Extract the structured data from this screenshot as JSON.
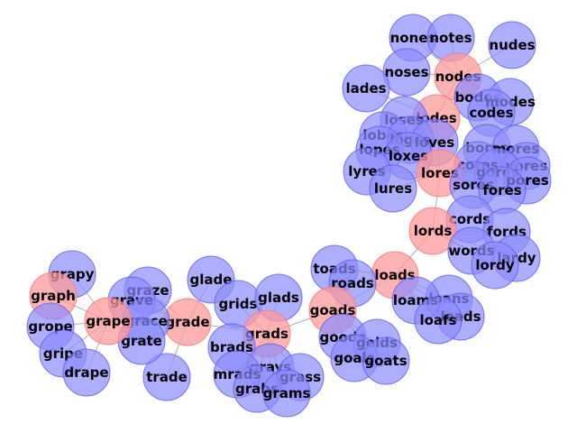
{
  "colors": {
    "path_node_fill": "#ff9999",
    "path_node_stroke": "#ff7070",
    "other_node_fill": "#8c8cff",
    "other_node_stroke": "#5a5aee",
    "edge": "#b0b0b0"
  },
  "nodes": [
    {
      "id": "nones",
      "role": "other"
    },
    {
      "id": "notes",
      "role": "other"
    },
    {
      "id": "nudes",
      "role": "other"
    },
    {
      "id": "nodes",
      "role": "path"
    },
    {
      "id": "noses",
      "role": "other"
    },
    {
      "id": "lades",
      "role": "other"
    },
    {
      "id": "bodes",
      "role": "other"
    },
    {
      "id": "modes",
      "role": "other"
    },
    {
      "id": "codes",
      "role": "other"
    },
    {
      "id": "lodes",
      "role": "path"
    },
    {
      "id": "loses",
      "role": "other"
    },
    {
      "id": "lobes",
      "role": "other"
    },
    {
      "id": "loges",
      "role": "other"
    },
    {
      "id": "loves",
      "role": "other"
    },
    {
      "id": "lopes",
      "role": "other"
    },
    {
      "id": "loxes",
      "role": "other"
    },
    {
      "id": "bores",
      "role": "other"
    },
    {
      "id": "mores",
      "role": "other"
    },
    {
      "id": "cores",
      "role": "other"
    },
    {
      "id": "yores",
      "role": "other"
    },
    {
      "id": "gores",
      "role": "other"
    },
    {
      "id": "pores",
      "role": "other"
    },
    {
      "id": "lyres",
      "role": "other"
    },
    {
      "id": "lores",
      "role": "path"
    },
    {
      "id": "sores",
      "role": "other"
    },
    {
      "id": "fores",
      "role": "other"
    },
    {
      "id": "lures",
      "role": "other"
    },
    {
      "id": "cords",
      "role": "other"
    },
    {
      "id": "lords",
      "role": "path"
    },
    {
      "id": "fords",
      "role": "other"
    },
    {
      "id": "words",
      "role": "other"
    },
    {
      "id": "lardy",
      "role": "other"
    },
    {
      "id": "lordy",
      "role": "other"
    },
    {
      "id": "toads",
      "role": "other"
    },
    {
      "id": "loads",
      "role": "path"
    },
    {
      "id": "roads",
      "role": "other"
    },
    {
      "id": "loans",
      "role": "other"
    },
    {
      "id": "loams",
      "role": "other"
    },
    {
      "id": "leads",
      "role": "other"
    },
    {
      "id": "loafs",
      "role": "other"
    },
    {
      "id": "goads",
      "role": "path"
    },
    {
      "id": "goods",
      "role": "other"
    },
    {
      "id": "golds",
      "role": "other"
    },
    {
      "id": "goals",
      "role": "other"
    },
    {
      "id": "goats",
      "role": "other"
    },
    {
      "id": "glade",
      "role": "other"
    },
    {
      "id": "grids",
      "role": "other"
    },
    {
      "id": "glads",
      "role": "other"
    },
    {
      "id": "grads",
      "role": "path"
    },
    {
      "id": "brads",
      "role": "other"
    },
    {
      "id": "grays",
      "role": "other"
    },
    {
      "id": "grass",
      "role": "other"
    },
    {
      "id": "mrads",
      "role": "other"
    },
    {
      "id": "grabs",
      "role": "other"
    },
    {
      "id": "grams",
      "role": "other"
    },
    {
      "id": "grade",
      "role": "path"
    },
    {
      "id": "trade",
      "role": "other"
    },
    {
      "id": "graze",
      "role": "other"
    },
    {
      "id": "grave",
      "role": "other"
    },
    {
      "id": "grace",
      "role": "other"
    },
    {
      "id": "grate",
      "role": "other"
    },
    {
      "id": "grape",
      "role": "path"
    },
    {
      "id": "grapy",
      "role": "other"
    },
    {
      "id": "graph",
      "role": "path"
    },
    {
      "id": "grope",
      "role": "other"
    },
    {
      "id": "gripe",
      "role": "other"
    },
    {
      "id": "drape",
      "role": "other"
    }
  ],
  "edges": [
    [
      "nodes",
      "nones"
    ],
    [
      "nodes",
      "notes"
    ],
    [
      "nodes",
      "nudes"
    ],
    [
      "nodes",
      "noses"
    ],
    [
      "nodes",
      "bodes"
    ],
    [
      "nodes",
      "modes"
    ],
    [
      "nodes",
      "codes"
    ],
    [
      "nodes",
      "lodes"
    ],
    [
      "lodes",
      "lades"
    ],
    [
      "lodes",
      "loses"
    ],
    [
      "lodes",
      "lobes"
    ],
    [
      "lodes",
      "loges"
    ],
    [
      "lodes",
      "loves"
    ],
    [
      "lodes",
      "lopes"
    ],
    [
      "lodes",
      "loxes"
    ],
    [
      "lodes",
      "lores"
    ],
    [
      "lores",
      "bores"
    ],
    [
      "lores",
      "mores"
    ],
    [
      "lores",
      "cores"
    ],
    [
      "lores",
      "yores"
    ],
    [
      "lores",
      "gores"
    ],
    [
      "lores",
      "pores"
    ],
    [
      "lores",
      "lyres"
    ],
    [
      "lores",
      "sores"
    ],
    [
      "lores",
      "fores"
    ],
    [
      "lores",
      "lures"
    ],
    [
      "lores",
      "lords"
    ],
    [
      "lords",
      "cords"
    ],
    [
      "lords",
      "fords"
    ],
    [
      "lords",
      "words"
    ],
    [
      "lords",
      "lordy"
    ],
    [
      "lords",
      "lardy"
    ],
    [
      "lords",
      "loads"
    ],
    [
      "loads",
      "toads"
    ],
    [
      "loads",
      "roads"
    ],
    [
      "loads",
      "loans"
    ],
    [
      "loads",
      "loams"
    ],
    [
      "loads",
      "leads"
    ],
    [
      "loads",
      "loafs"
    ],
    [
      "loads",
      "goads"
    ],
    [
      "goads",
      "goods"
    ],
    [
      "goads",
      "golds"
    ],
    [
      "goads",
      "goals"
    ],
    [
      "goads",
      "goats"
    ],
    [
      "goads",
      "roads"
    ],
    [
      "goads",
      "grads"
    ],
    [
      "grads",
      "glads"
    ],
    [
      "grads",
      "grids"
    ],
    [
      "grads",
      "brads"
    ],
    [
      "grads",
      "grays"
    ],
    [
      "grads",
      "grass"
    ],
    [
      "grads",
      "mrads"
    ],
    [
      "grads",
      "grabs"
    ],
    [
      "grads",
      "grams"
    ],
    [
      "grads",
      "grade"
    ],
    [
      "grade",
      "glade"
    ],
    [
      "grade",
      "trade"
    ],
    [
      "grade",
      "graze"
    ],
    [
      "grade",
      "grave"
    ],
    [
      "grade",
      "grace"
    ],
    [
      "grade",
      "grate"
    ],
    [
      "grade",
      "grape"
    ],
    [
      "grape",
      "grapy"
    ],
    [
      "grape",
      "graph"
    ],
    [
      "grape",
      "grope"
    ],
    [
      "grape",
      "gripe"
    ],
    [
      "grape",
      "drape"
    ],
    [
      "grape",
      "grave"
    ],
    [
      "grape",
      "grace"
    ],
    [
      "grape",
      "grate"
    ]
  ]
}
